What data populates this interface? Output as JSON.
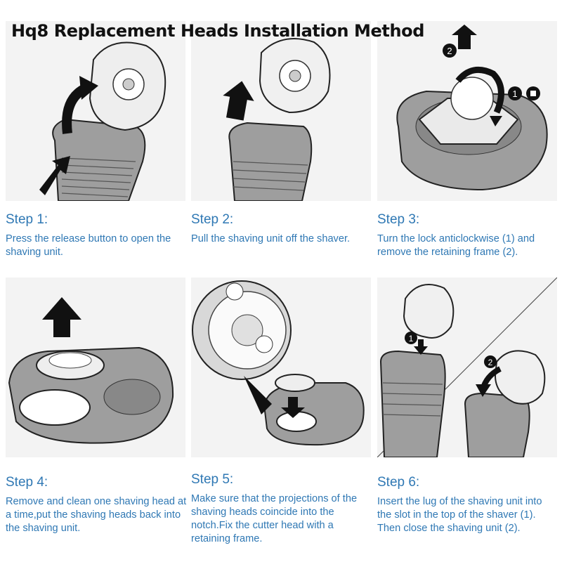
{
  "title": "Hq8 Replacement Heads Installation Method",
  "steps": [
    {
      "heading": "Step 1:",
      "text": "Press the release button to open the shaving unit."
    },
    {
      "heading": "Step 2:",
      "text": "Pull the shaving unit off the shaver."
    },
    {
      "heading": "Step 3:",
      "text": "Turn the lock anticlockwise (1) and remove the retaining frame (2)."
    },
    {
      "heading": "Step 4:",
      "text": "Remove and clean one shaving head at a time,put the shaving heads back into the shaving unit."
    },
    {
      "heading": "Step 5:",
      "text": "Make sure that the projections of the shaving heads coincide into the notch.Fix the cutter head with a retaining frame."
    },
    {
      "heading": "Step 6:",
      "text": "Insert the lug of the shaving unit into the slot in the top of the shaver (1). Then close the shaving unit (2)."
    }
  ],
  "callouts": {
    "step3_one": "1",
    "step3_two": "2",
    "step6_one": "1",
    "step6_two": "2"
  },
  "colors": {
    "accent": "#2f78b4",
    "panel_bg": "#f3f3f3",
    "device_gray": "#9e9e9e",
    "outline": "#222222"
  }
}
